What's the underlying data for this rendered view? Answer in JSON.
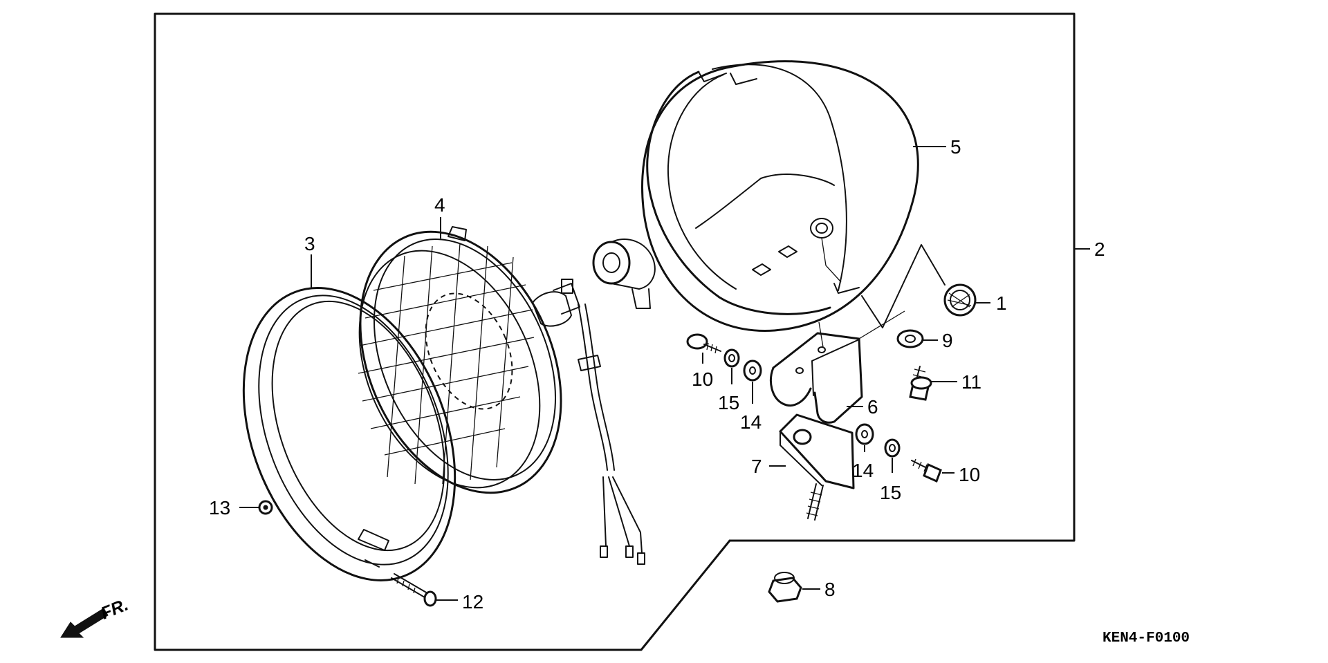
{
  "callouts": [
    {
      "id": "1",
      "label": "1"
    },
    {
      "id": "2",
      "label": "2"
    },
    {
      "id": "3",
      "label": "3"
    },
    {
      "id": "4",
      "label": "4"
    },
    {
      "id": "5",
      "label": "5"
    },
    {
      "id": "6",
      "label": "6"
    },
    {
      "id": "7",
      "label": "7"
    },
    {
      "id": "8",
      "label": "8"
    },
    {
      "id": "9",
      "label": "9"
    },
    {
      "id": "10a",
      "label": "10"
    },
    {
      "id": "10b",
      "label": "10"
    },
    {
      "id": "11",
      "label": "11"
    },
    {
      "id": "12",
      "label": "12"
    },
    {
      "id": "13",
      "label": "13"
    },
    {
      "id": "14a",
      "label": "14"
    },
    {
      "id": "14b",
      "label": "14"
    },
    {
      "id": "15a",
      "label": "15"
    },
    {
      "id": "15b",
      "label": "15"
    }
  ],
  "direction_label": "FR.",
  "figure_code": "KEN4-F0100"
}
